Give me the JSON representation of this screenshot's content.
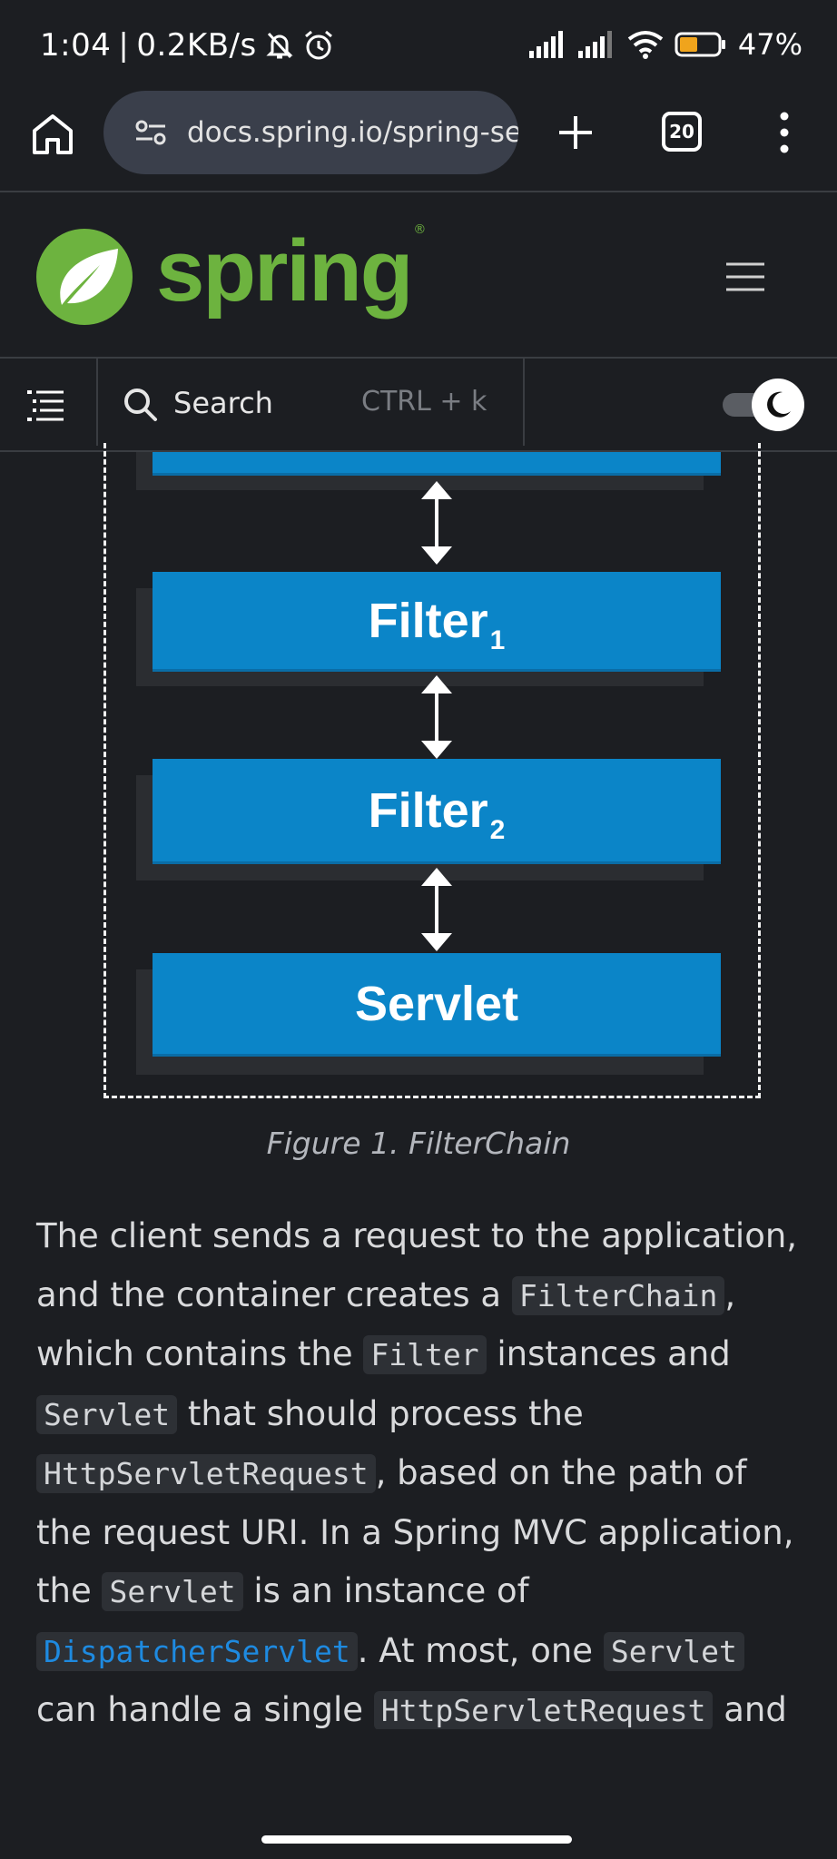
{
  "status_bar": {
    "time": "1:04",
    "net_speed": "0.2KB/s",
    "battery": "47%",
    "battery_level": 0.47
  },
  "browser": {
    "url": "docs.spring.io/spring-security",
    "tab_count": "20"
  },
  "site": {
    "logo_text": "spring",
    "registered_mark": "®"
  },
  "doc_nav": {
    "search_label": "Search",
    "search_shortcut": "CTRL + k"
  },
  "figure": {
    "filter1_label": "Filter",
    "filter1_sub": "1",
    "filter2_label": "Filter",
    "filter2_sub": "2",
    "servlet_label": "Servlet",
    "caption": "Figure 1. FilterChain"
  },
  "paragraph": {
    "t1": "The client sends a request to the application, and the container creates a ",
    "c1": "FilterChain",
    "t2": ", which contains the ",
    "c2": "Filter",
    "t3": " instances and ",
    "c3": "Servlet",
    "t4": " that should process the ",
    "c4": "HttpServletRequest",
    "t5": ", based on the path of the request URI. In a Spring MVC application, the ",
    "c5": "Servlet",
    "t6": " is an instance of ",
    "c6": "DispatcherServlet",
    "t7": ". At most, one ",
    "c7": "Servlet",
    "t8": " can handle a single ",
    "c8": "HttpServletRequest",
    "t9": " and"
  },
  "colors": {
    "spring_green": "#6db33f",
    "filter_blue": "#0b85c8",
    "link_blue": "#1e8ae0",
    "background": "#1c1e22"
  }
}
